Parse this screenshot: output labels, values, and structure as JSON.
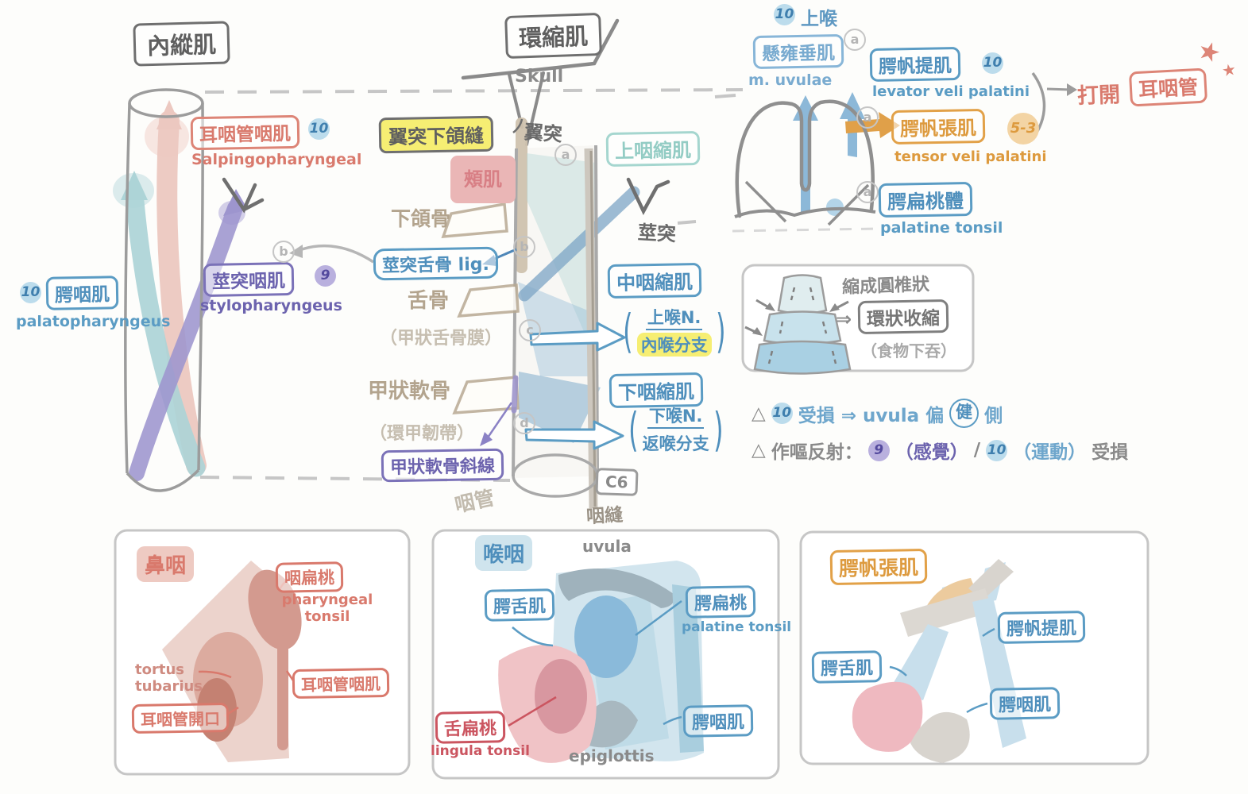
{
  "colors": {
    "salmon": "#d97a6d",
    "blue": "#4f8fbc",
    "teal": "#93ccc4",
    "purple": "#6c63ae",
    "orange": "#dd9a3e",
    "yellow_highlight": "#f6ee73",
    "gray": "#8a8a8a",
    "badge_blue": "#bcdcec",
    "badge_purple": "#b9b0de",
    "badge_orange": "#f3d4a4"
  },
  "titles": {
    "left": "內縱肌",
    "middle": "環縮肌",
    "skull": "Skull"
  },
  "left": {
    "salpingo_zh": "耳咽管咽肌",
    "salpingo_badge": "10",
    "salpingo_en": "Salpingopharyngeal",
    "palato_badge": "10",
    "palato_zh": "腭咽肌",
    "palato_en": "palatopharyngeus",
    "stylo_zh": "莖突咽肌",
    "stylo_badge": "9",
    "stylo_en": "stylopharyngeus",
    "circle_b": "b"
  },
  "mid": {
    "pterygoid": "翼突",
    "circle_a": "a",
    "circle_b": "b",
    "circle_c": "c",
    "circle_d": "d",
    "raphe_label": "翼突下頜縫",
    "buccinator": "頰肌",
    "mandible": "下頜骨",
    "styloid": "莖突",
    "stylohyoid_lig": "莖突舌骨 lig.",
    "sup_constrictor": "上咽縮肌",
    "mid_constrictor": "中咽縮肌",
    "inf_constrictor": "下咽縮肌",
    "hyoid": "舌骨",
    "thyrohyoid_membrane": "（甲狀舌骨膜）",
    "thyroid_cartilage": "甲狀軟骨",
    "cricothyroid_lig": "（環甲韌帶）",
    "oblique_line": "甲狀軟骨斜線",
    "sup_laryngeal_n": "上喉N.",
    "internal_branch": "內喉分支",
    "inf_laryngeal_n": "下喉N.",
    "recurrent_branch": "返喉分支",
    "c6": "C6",
    "esophagus": "咽管",
    "pharyngeal_raphe": "咽縫"
  },
  "topright": {
    "nerve_badge": "10",
    "nerve_text": "上喉",
    "uvulae_zh": "懸雍垂肌",
    "uvulae_en": "m. uvulae",
    "levator_zh": "腭帆提肌",
    "levator_badge": "10",
    "levator_en": "levator veli palatini",
    "tensor_zh": "腭帆張肌",
    "tensor_badge": "5-3",
    "tensor_en": "tensor veli palatini",
    "open_prefix": "打開",
    "open_boxed": "耳咽管",
    "tonsil_zh": "腭扁桃體",
    "tonsil_en": "palatine tonsil",
    "circle_a": "a",
    "star": "★"
  },
  "constrict": {
    "line1": "縮成圓椎狀",
    "arrow": "⇒",
    "boxed": "環狀收縮",
    "line2": "（食物下吞）"
  },
  "notes": {
    "tri": "△",
    "n1_badge": "10",
    "n1_t1": "受損 ⇒ uvula 偏",
    "n1_circled": "健",
    "n1_t2": "側",
    "n2_t1": "作嘔反射：",
    "n2_badge9": "9",
    "n2_t2": "（感覺）",
    "n2_sep": "/",
    "n2_badge10": "10",
    "n2_t3": "（運動）",
    "n2_t4": "受損"
  },
  "panel1": {
    "tag": "鼻咽",
    "tonsil_zh": "咽扁桃",
    "tonsil_en": "pharyngeal tonsil",
    "torus": "tortus tubarius",
    "opening": "耳咽管開口",
    "muscle": "耳咽管咽肌"
  },
  "panel2": {
    "tag": "喉咽",
    "uvula": "uvula",
    "palatoglossus": "腭舌肌",
    "tonsil_zh": "腭扁桃",
    "tonsil_en": "palatine tonsil",
    "lingual_zh": "舌扁桃",
    "lingual_en": "lingula tonsil",
    "palatopharyngeus": "腭咽肌",
    "epiglottis": "epiglottis"
  },
  "panel3": {
    "tag": "腭帆張肌",
    "levator": "腭帆提肌",
    "palatoglossus": "腭舌肌",
    "palatopharyngeus": "腭咽肌"
  }
}
